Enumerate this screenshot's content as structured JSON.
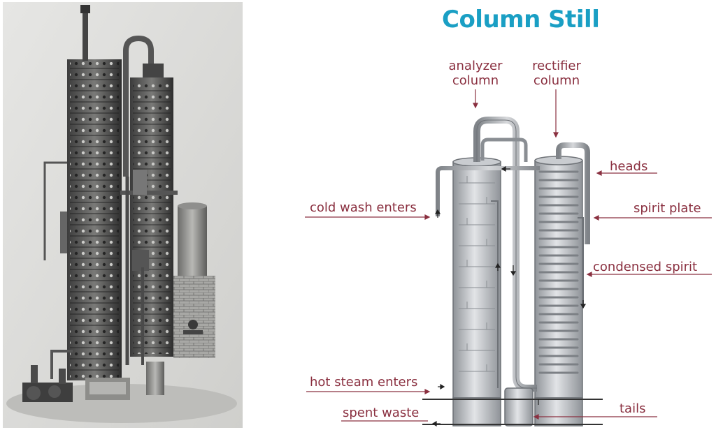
{
  "title": "Column Still",
  "labels": {
    "analyzer_line1": "analyzer",
    "analyzer_line2": "column",
    "rectifier_line1": "rectifier",
    "rectifier_line2": "column",
    "heads": "heads",
    "cold_wash": "cold wash enters",
    "spirit_plate": "spirit plate",
    "condensed_spirit": "condensed spirit",
    "hot_steam": "hot steam enters",
    "tails": "tails",
    "spent_waste": "spent waste"
  },
  "colors": {
    "title": "#1a9fc4",
    "label": "#8a3040",
    "metal": "#a9adb3"
  }
}
